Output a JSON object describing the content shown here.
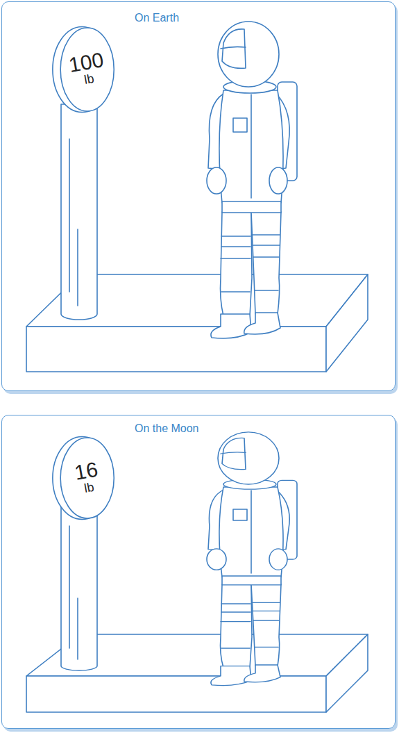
{
  "diagram": {
    "nodes": [
      {
        "text": [
          "On Earth"
        ]
      },
      {
        "text": [
          "100",
          "lb"
        ],
        "in": 0
      },
      {
        "text": [
          "On the Moon"
        ]
      },
      {
        "text": [
          "16",
          "lb"
        ],
        "in": 2
      }
    ]
  }
}
